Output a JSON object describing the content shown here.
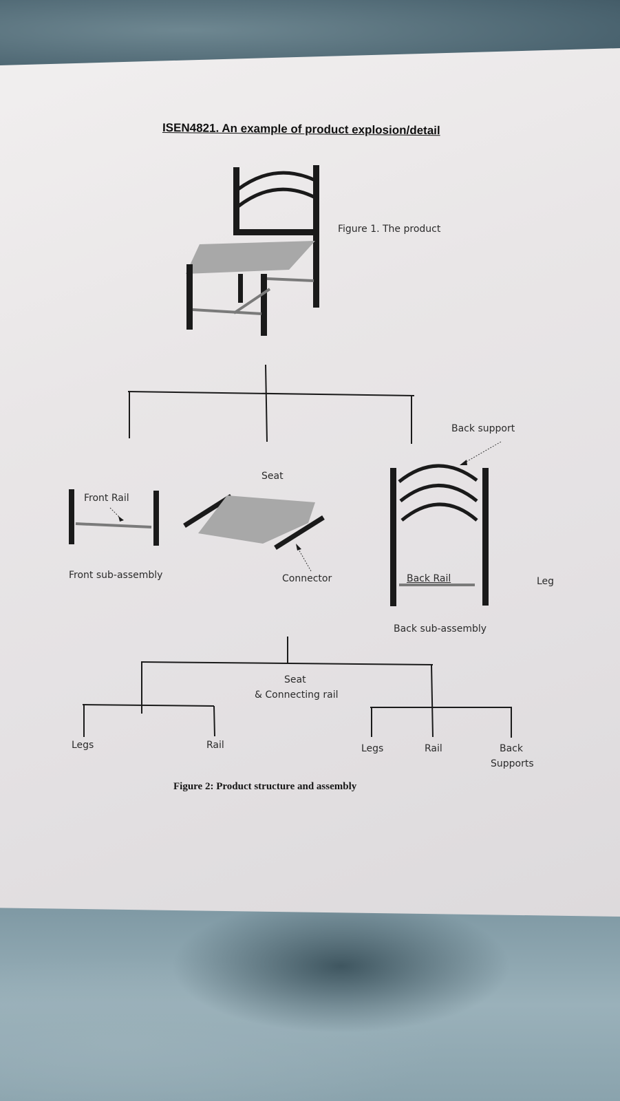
{
  "document": {
    "title": "ISEN4821. An example of product explosion/detail",
    "figure1_caption": "Figure 1. The product",
    "figure2_caption": "Figure 2: Product structure and assembly"
  },
  "labels": {
    "seat": "Seat",
    "back_support": "Back support",
    "front_rail": "Front Rail",
    "front_subassembly": "Front sub-assembly",
    "connector": "Connector",
    "back_rail": "Back Rail",
    "leg": "Leg",
    "back_subassembly": "Back sub-assembly",
    "seat_connecting_line1": "Seat",
    "seat_connecting_line2": "& Connecting rail",
    "front_legs": "Legs",
    "front_rail_leaf": "Rail",
    "back_legs": "Legs",
    "back_rail_leaf": "Rail",
    "back_supports_line1": "Back",
    "back_supports_line2": "Supports"
  },
  "colors": {
    "ink": "#1a1a1a",
    "seat_gray": "#a8a8a8",
    "rail_gray": "#7a7a7a"
  }
}
